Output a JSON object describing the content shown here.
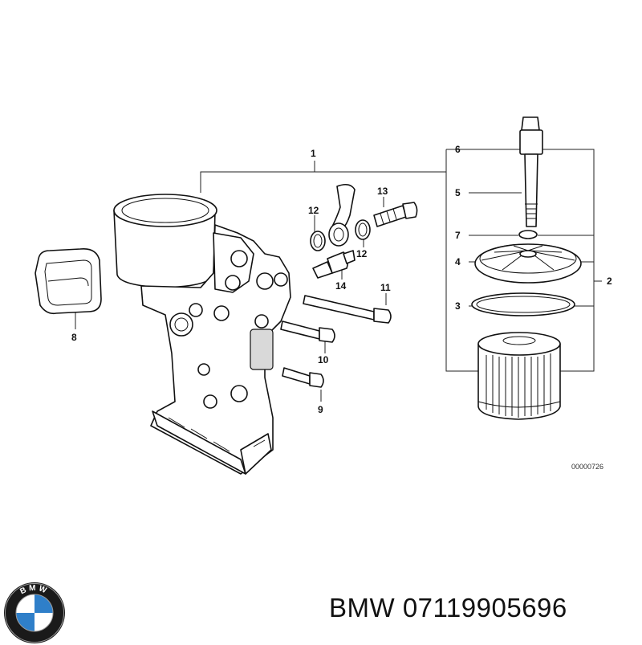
{
  "diagram": {
    "callouts": [
      {
        "id": "c1",
        "text": "1"
      },
      {
        "id": "c2",
        "text": "2"
      },
      {
        "id": "c3",
        "text": "3"
      },
      {
        "id": "c4",
        "text": "4"
      },
      {
        "id": "c5",
        "text": "5"
      },
      {
        "id": "c6",
        "text": "6"
      },
      {
        "id": "c7",
        "text": "7"
      },
      {
        "id": "c8",
        "text": "8"
      },
      {
        "id": "c9",
        "text": "9"
      },
      {
        "id": "c10",
        "text": "10"
      },
      {
        "id": "c11",
        "text": "11"
      },
      {
        "id": "c12a",
        "text": "12"
      },
      {
        "id": "c12b",
        "text": "12"
      },
      {
        "id": "c13",
        "text": "13"
      },
      {
        "id": "c14",
        "text": "14"
      }
    ],
    "diagram_code": "00000726"
  },
  "footer": {
    "part_label": "BMW 07119905696",
    "logo_letters": "BMW"
  },
  "colors": {
    "logo_blue": "#2f7fc9",
    "logo_ring": "#1a1a1a",
    "line": "#111111"
  }
}
